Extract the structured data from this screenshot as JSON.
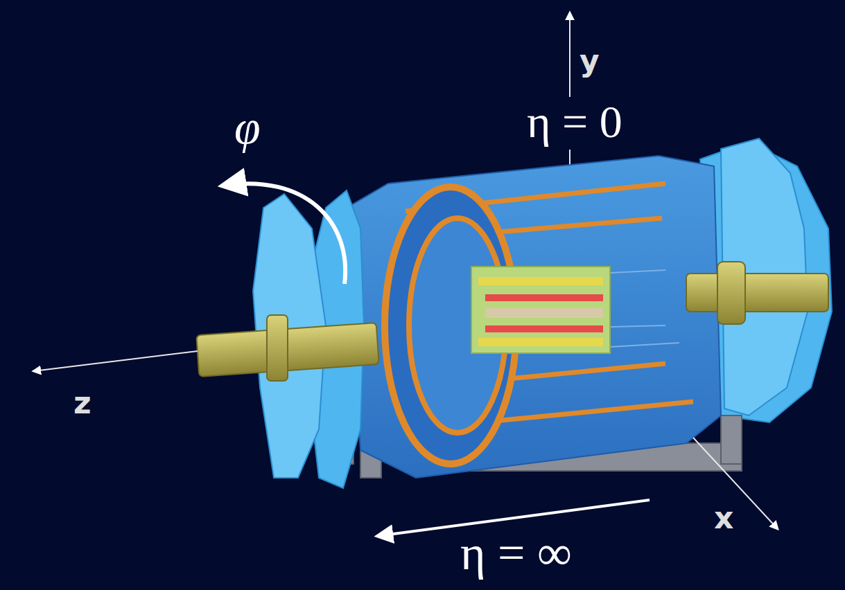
{
  "diagram": {
    "labels": [
      "y",
      "φ",
      "η = 0",
      "z",
      "x",
      "η = ∞"
    ]
  }
}
